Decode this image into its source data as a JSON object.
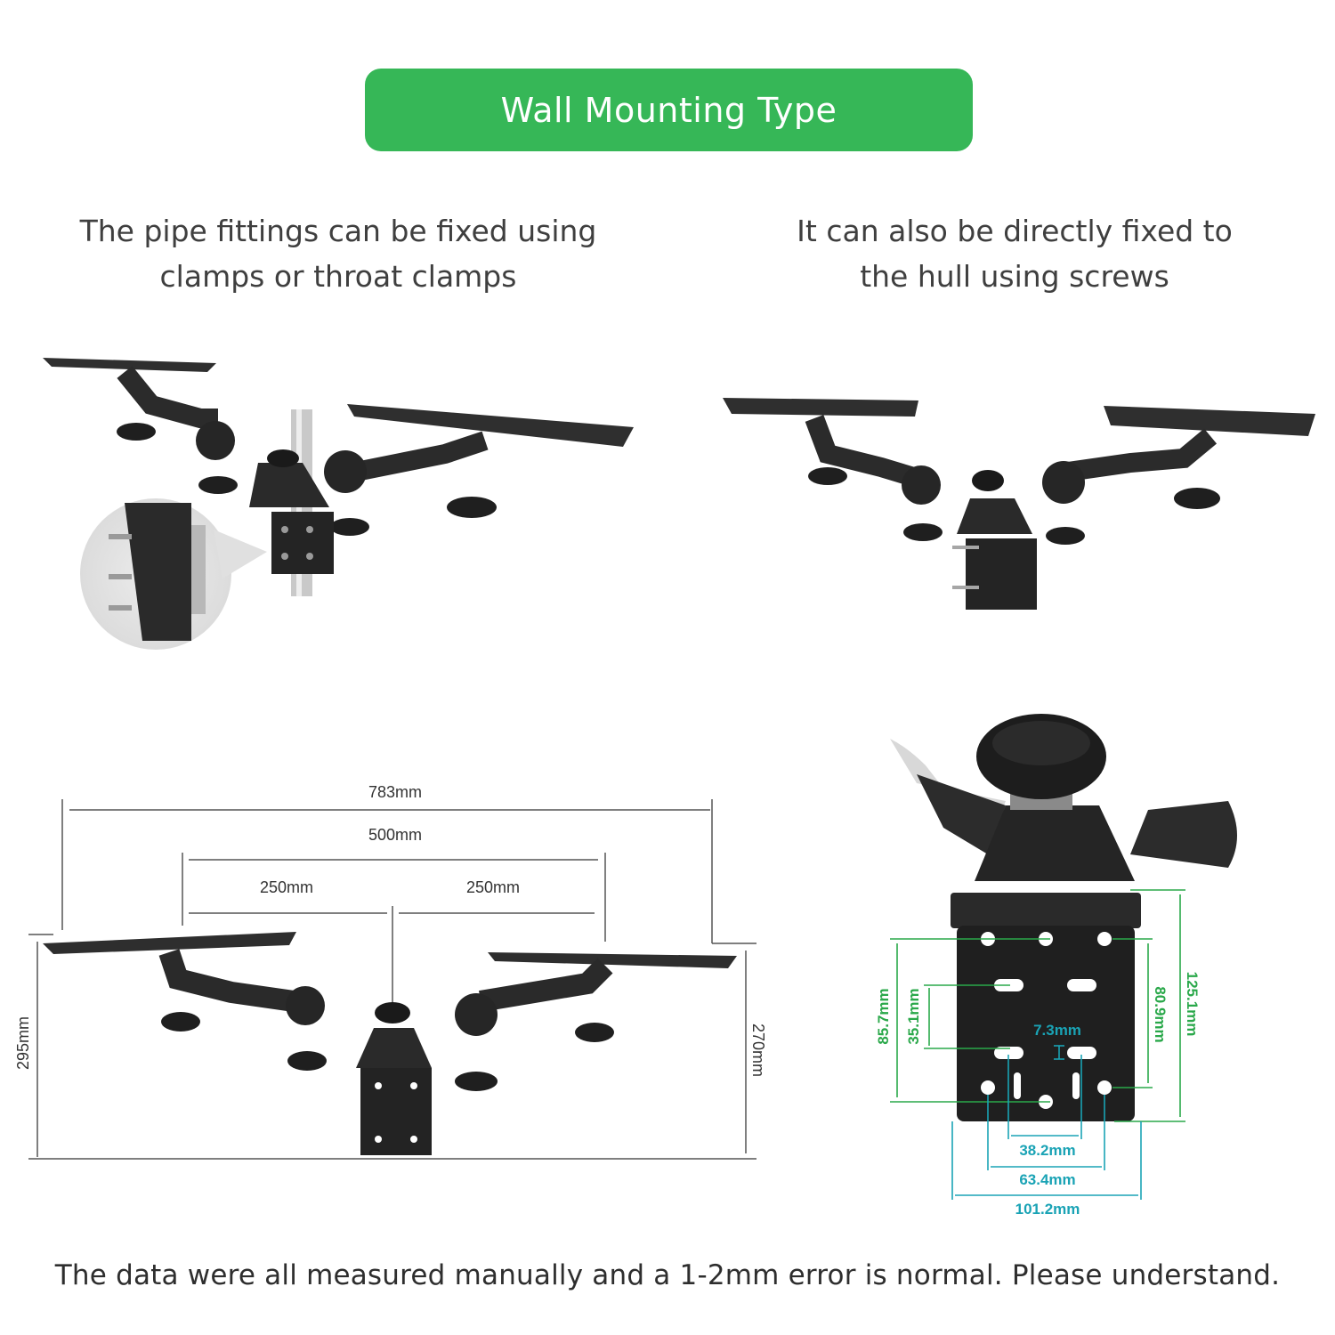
{
  "banner": {
    "title": "Wall Mounting Type",
    "color": "#36b757"
  },
  "captions": {
    "left": [
      "The pipe fittings can be fixed using",
      "clamps or throat clamps"
    ],
    "right": [
      "It can also be directly fixed to",
      "the hull using screws"
    ]
  },
  "dimensions": {
    "overall_width": "783mm",
    "plate_span": "500mm",
    "left_half": "250mm",
    "right_half": "250mm",
    "left_height": "295mm",
    "right_height": "270mm"
  },
  "bracket": {
    "h1": "85.7mm",
    "h2": "35.1mm",
    "slot": "7.3mm",
    "h3": "80.9mm",
    "h4": "125.1mm",
    "w1": "38.2mm",
    "w2": "63.4mm",
    "w3": "101.2mm",
    "green": "#2aa84a",
    "teal": "#1aa3b5"
  },
  "footer": "The data were all measured manually and a 1-2mm error is normal. Please understand."
}
